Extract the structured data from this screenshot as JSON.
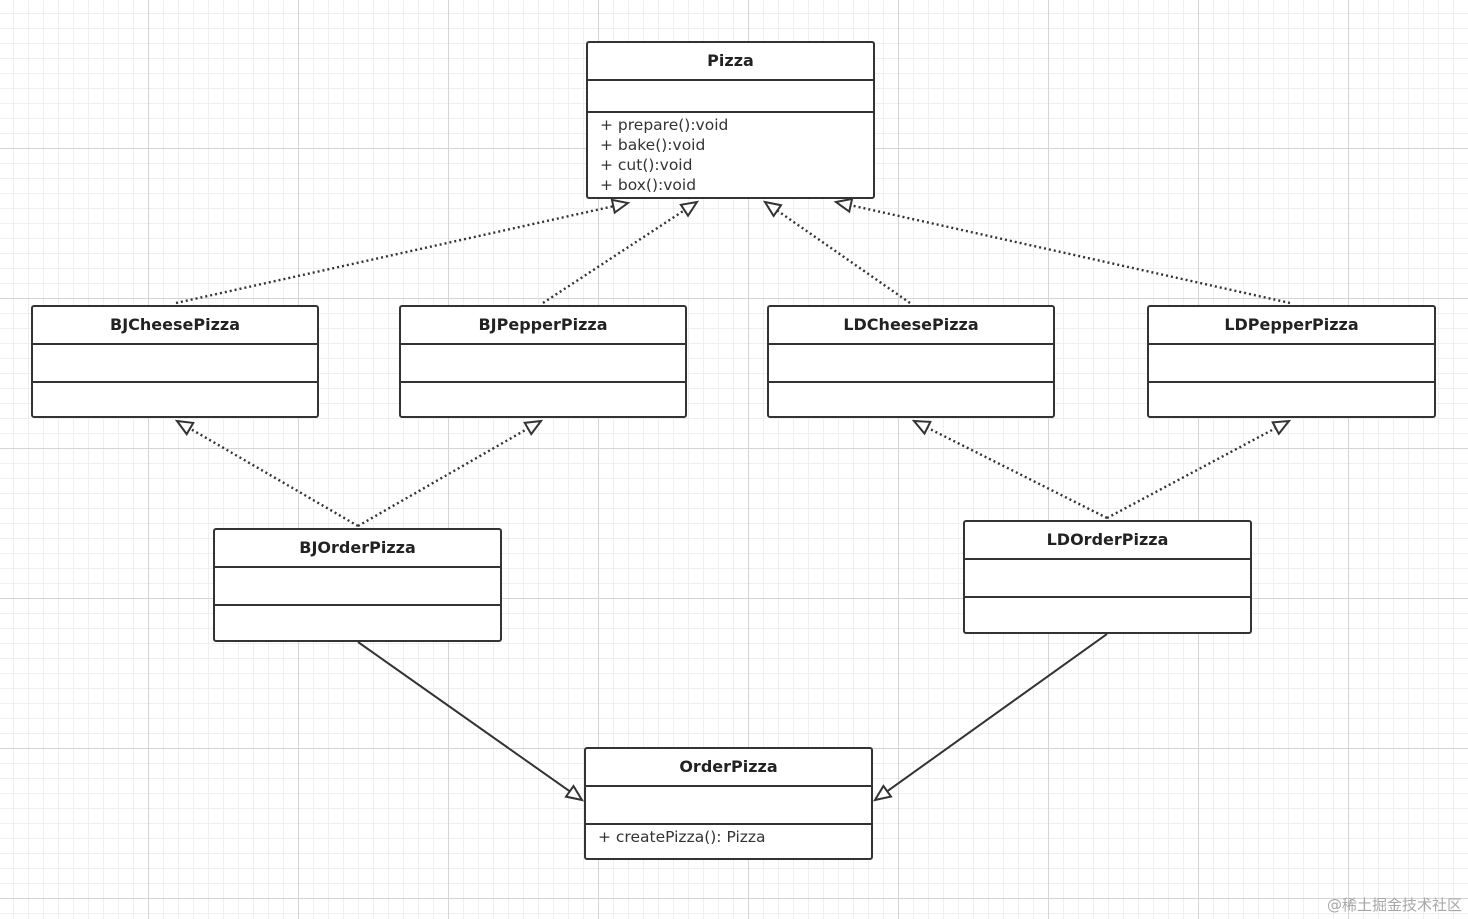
{
  "diagram": {
    "classes": [
      {
        "id": "pizza",
        "name": "Pizza",
        "operations": [
          "+ prepare():void",
          "+ bake():void",
          "+ cut():void",
          "+ box():void"
        ]
      },
      {
        "id": "bjcheese",
        "name": "BJCheesePizza",
        "operations": []
      },
      {
        "id": "bjpepper",
        "name": "BJPepperPizza",
        "operations": []
      },
      {
        "id": "ldcheese",
        "name": "LDCheesePizza",
        "operations": []
      },
      {
        "id": "ldpepper",
        "name": "LDPepperPizza",
        "operations": []
      },
      {
        "id": "bjorder",
        "name": "BJOrderPizza",
        "operations": []
      },
      {
        "id": "ldorder",
        "name": "LDOrderPizza",
        "operations": []
      },
      {
        "id": "orderpizza",
        "name": "OrderPizza",
        "operations": [
          "+ createPizza(): Pizza"
        ]
      }
    ],
    "relations": [
      {
        "from": "bjcheese",
        "to": "pizza",
        "type": "dependency"
      },
      {
        "from": "bjpepper",
        "to": "pizza",
        "type": "dependency"
      },
      {
        "from": "ldcheese",
        "to": "pizza",
        "type": "dependency"
      },
      {
        "from": "ldpepper",
        "to": "pizza",
        "type": "dependency"
      },
      {
        "from": "bjorder",
        "to": "bjcheese",
        "type": "dependency"
      },
      {
        "from": "bjorder",
        "to": "bjpepper",
        "type": "dependency"
      },
      {
        "from": "ldorder",
        "to": "ldcheese",
        "type": "dependency"
      },
      {
        "from": "ldorder",
        "to": "ldpepper",
        "type": "dependency"
      },
      {
        "from": "bjorder",
        "to": "orderpizza",
        "type": "generalization"
      },
      {
        "from": "ldorder",
        "to": "orderpizza",
        "type": "generalization"
      }
    ],
    "colors": {
      "line": "#333333",
      "grid": "#d4d4d4",
      "watermark": "#a8a8a8"
    }
  },
  "watermark": "@稀土掘金技术社区"
}
